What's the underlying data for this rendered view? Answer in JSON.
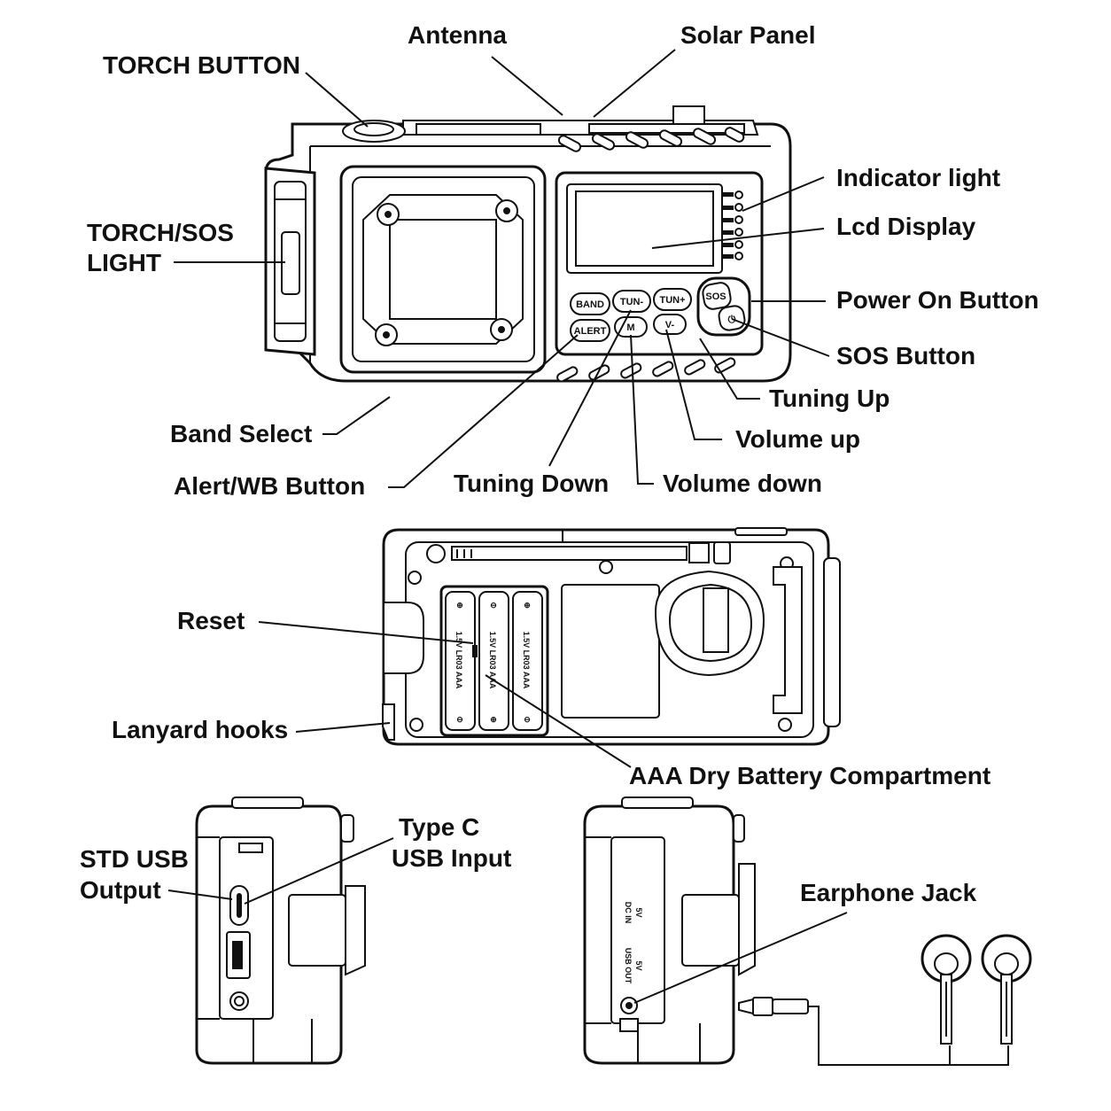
{
  "labels": {
    "antenna": "Antenna",
    "solar_panel": "Solar Panel",
    "torch_button": "TORCH BUTTON",
    "torch_sos_light_1": "TORCH/SOS",
    "torch_sos_light_2": "LIGHT",
    "indicator_light": "Indicator light",
    "lcd_display": "Lcd Display",
    "power_on_button": "Power On Button",
    "sos_button": "SOS Button",
    "tuning_up": "Tuning Up",
    "volume_up": "Volume up",
    "band_select": "Band Select",
    "alert_wb_button": "Alert/WB Button",
    "tuning_down": "Tuning Down",
    "volume_down": "Volume down",
    "reset": "Reset",
    "lanyard_hooks": "Lanyard hooks",
    "aaa_battery": "AAA Dry Battery Compartment",
    "std_usb_1": "STD USB",
    "std_usb_2": "Output",
    "type_c_1": "Type C",
    "type_c_2": "USB Input",
    "earphone_jack": "Earphone Jack"
  },
  "buttons": {
    "band": "BAND",
    "tun_minus": "TUN-",
    "tun_plus": "TUN+",
    "alert": "ALERT",
    "m": "M",
    "vol": "V-",
    "sos": "SOS",
    "power": "⏻"
  },
  "battery_markings": {
    "slot1": "1.5V LR03 AAA",
    "slot2": "1.5V LR03 AAA",
    "slot3": "1.5V LR03 AAA",
    "plus": "⊕",
    "minus": "⊖"
  },
  "side_markings": {
    "dc_in_1": "DC IN",
    "dc_in_2": "5V",
    "usb_out_1": "USB OUT",
    "usb_out_2": "5V"
  }
}
